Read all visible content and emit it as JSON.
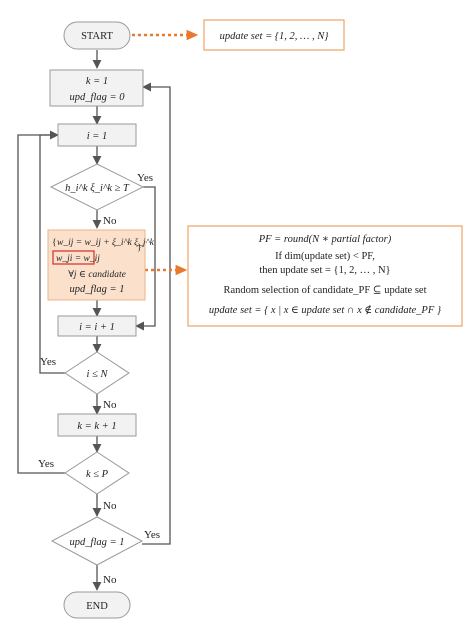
{
  "nodes": {
    "start": "START",
    "end": "END",
    "init_k": "k = 1",
    "init_flag": "upd_flag = 0",
    "init_i": "i = 1",
    "cond_T": "h_i^k ξ_i^k ≥ T",
    "update_line1": "w_ij = w_ij + ξ_i^k ξ_j^k",
    "update_line2": "w_ji = w_ij",
    "for_all_j": "∀j ∈ candidate",
    "set_flag": "upd_flag = 1",
    "inc_i": "i = i + 1",
    "cond_i": "i ≤ N",
    "inc_k": "k = k + 1",
    "cond_k": "k ≤ P",
    "cond_flag": "upd_flag = 1"
  },
  "edges": {
    "yes": "Yes",
    "no": "No"
  },
  "notes": {
    "update_set": "update set = {1, 2, … , N}",
    "pf_line": "PF = round(N ∗ partial factor)",
    "if_line": "If dim(update set) < PF,",
    "then_line": "then update set = {1, 2, … , N}",
    "random_line": "Random selection of candidate_PF ⊆ update set",
    "candidate_line": "update set = { x | x ∈ update set ∩ x ∉ candidate_PF }"
  }
}
